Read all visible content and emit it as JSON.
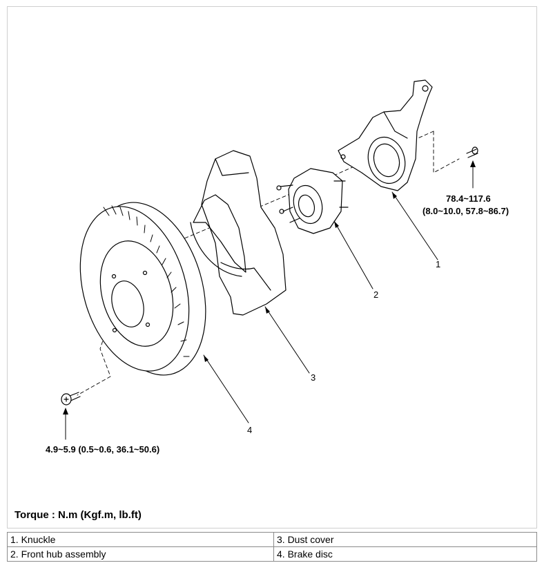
{
  "callouts": {
    "p1": "1",
    "p2": "2",
    "p3": "3",
    "p4": "4"
  },
  "torque_labels": {
    "knuckle_bolt_line1": "78.4~117.6",
    "knuckle_bolt_line2": "(8.0~10.0, 57.8~86.7)",
    "disc_screw": "4.9~5.9 (0.5~0.6, 36.1~50.6)"
  },
  "torque_note": "Torque : N.m (Kgf.m, lb.ft)",
  "legend": {
    "rows": [
      [
        "1. Knuckle",
        "3. Dust cover"
      ],
      [
        "2. Front hub assembly",
        "4. Brake disc"
      ]
    ]
  }
}
